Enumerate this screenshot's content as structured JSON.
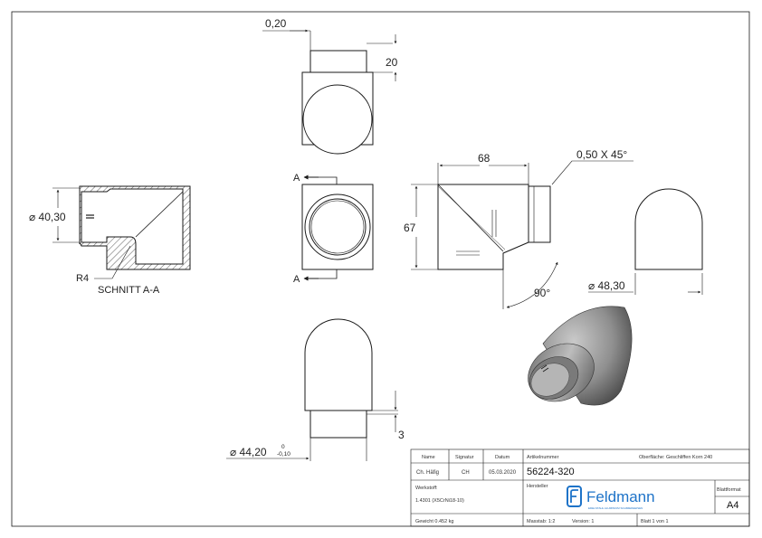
{
  "drawing": {
    "dims": {
      "wall_offset": "0,20",
      "collar_height": "20",
      "width": "68",
      "chamfer": "0,50 X 45°",
      "height": "67",
      "bore_dia": "⌀ 40,30",
      "radius": "R4",
      "angle": "90°",
      "outer_dia": "⌀ 48,30",
      "collar_dia_main": "⌀ 44,20",
      "collar_tol_upper": "0",
      "collar_tol_lower": "-0,10",
      "collar_step": "3"
    },
    "section_marker": "A",
    "section_label": "SCHNITT A-A"
  },
  "title_block": {
    "headers": {
      "name": "Name",
      "signatur": "Signatur",
      "datum": "Datum"
    },
    "name": "Ch. Häfig",
    "signatur": "CH",
    "datum": "05.03.2020",
    "artikel_label": "Artikelnummer",
    "artikel": "56224-320",
    "oberflaeche": "Oberfläche: Geschliffen Korn 240",
    "werkstoff_label": "Werkstoff:",
    "werkstoff": "1.4301 (X5CrNi18-10)",
    "hersteller_label": "Hersteller",
    "logo_text": "Feldmann",
    "logo_tagline": "EDELSTAHL ALUMINIUM SCHMIEDEEISEN",
    "blattformat_label": "Blattformat",
    "blattformat": "A4",
    "gewicht": "Gewicht 0.452 kg",
    "massstab": "Masstab: 1:2",
    "version": "Version: 1",
    "blatt": "Blatt 1 von 1"
  },
  "colors": {
    "line": "#1a1a1a",
    "logo": "#1e73c8"
  }
}
